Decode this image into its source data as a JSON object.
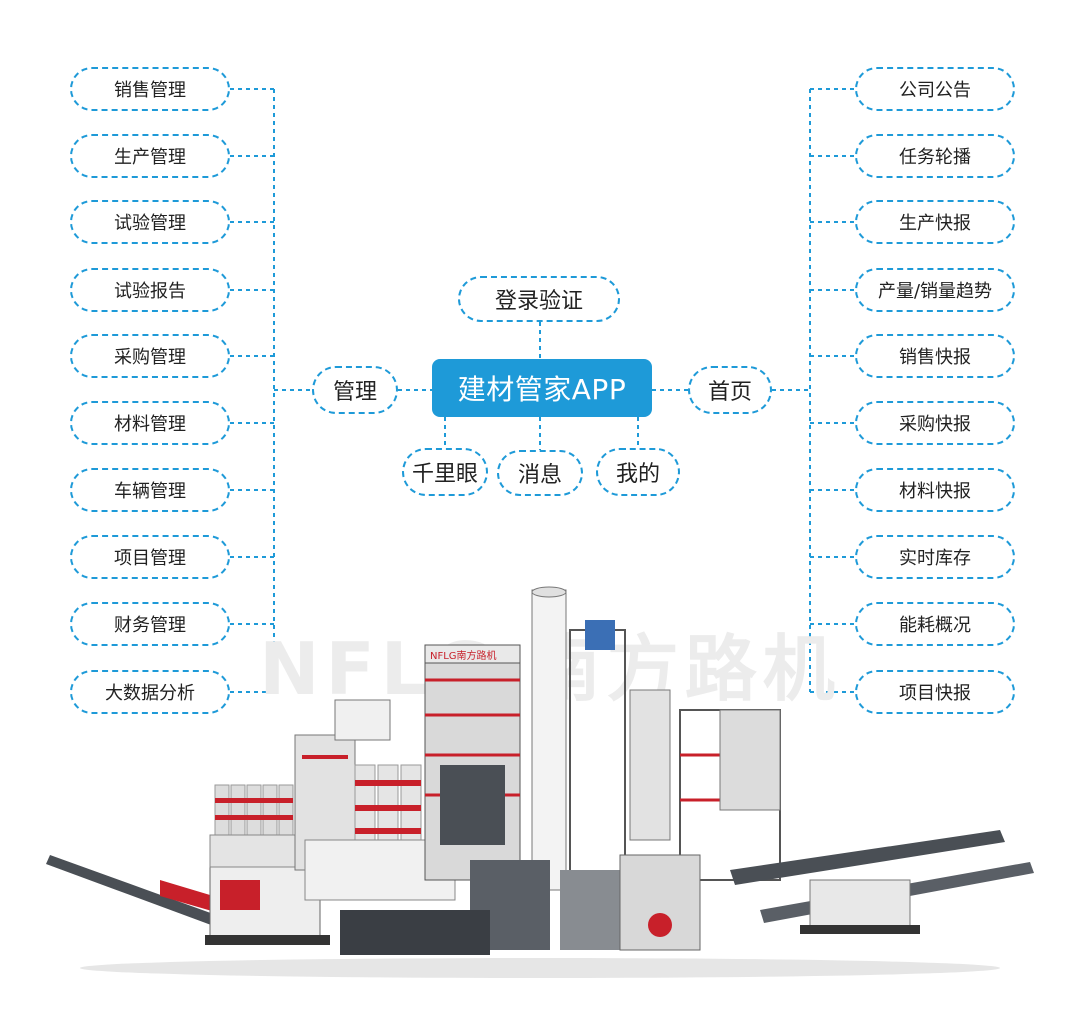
{
  "center_node": {
    "label": "建材管家APP"
  },
  "top_node": {
    "label": "登录验证"
  },
  "bottom_nodes": [
    {
      "label": "千里眼"
    },
    {
      "label": "消息"
    },
    {
      "label": "我的"
    }
  ],
  "left_branch": {
    "label": "管理",
    "items": [
      {
        "label": "销售管理"
      },
      {
        "label": "生产管理"
      },
      {
        "label": "试验管理"
      },
      {
        "label": "试验报告"
      },
      {
        "label": "采购管理"
      },
      {
        "label": "材料管理"
      },
      {
        "label": "车辆管理"
      },
      {
        "label": "项目管理"
      },
      {
        "label": "财务管理"
      },
      {
        "label": "大数据分析"
      }
    ]
  },
  "right_branch": {
    "label": "首页",
    "items": [
      {
        "label": "公司公告"
      },
      {
        "label": "任务轮播"
      },
      {
        "label": "生产快报"
      },
      {
        "label": "产量/销量趋势"
      },
      {
        "label": "销售快报"
      },
      {
        "label": "采购快报"
      },
      {
        "label": "材料快报"
      },
      {
        "label": "实时库存"
      },
      {
        "label": "能耗概况"
      },
      {
        "label": "项目快报"
      }
    ]
  },
  "illustration": {
    "description_icon": "industrial-plant-illustration",
    "plant_sign": "NFLG南方路机",
    "watermark": "NFLG 南方路机"
  },
  "colors": {
    "accent": "#1e9ad8",
    "text": "#222222",
    "background": "#ffffff",
    "machine_red": "#c8202a",
    "machine_gray": "#5a5f66"
  }
}
